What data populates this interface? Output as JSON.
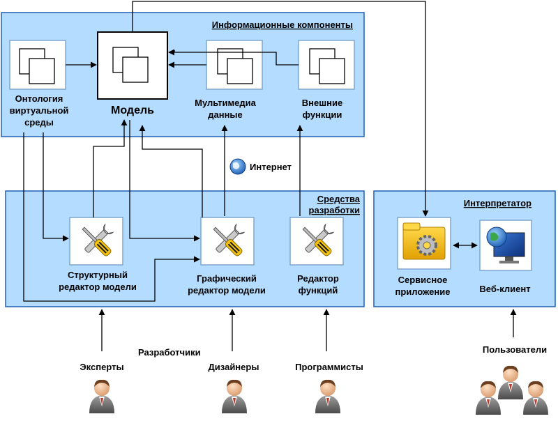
{
  "panels": {
    "info_title": "Информационные компоненты",
    "dev_title_line1": "Средства",
    "dev_title_line2": "разработки",
    "interp_title": "Интерпретатор"
  },
  "info_components": {
    "ontology": [
      "Онтология",
      "виртуальной",
      "среды"
    ],
    "model": "Модель",
    "multimedia": [
      "Мультимедиа",
      "данные"
    ],
    "external": [
      "Внешние",
      "функции"
    ]
  },
  "dev_tools": {
    "structural": [
      "Структурный",
      "редактор модели"
    ],
    "graphic": [
      "Графический",
      "редактор модели"
    ],
    "functions": [
      "Редактор",
      "функций"
    ]
  },
  "interpreter": {
    "service": [
      "Сервисное",
      "приложение"
    ],
    "web_client": "Веб-клиент"
  },
  "internet_label": "Интернет",
  "people": {
    "developers": "Разработчики",
    "experts": "Эксперты",
    "designers": "Дизайнеры",
    "programmers": "Программисты",
    "users": "Пользователи"
  },
  "colors": {
    "panel_fill": "#b4dcff",
    "panel_border": "#1e5fb4",
    "accent_yellow": "#f4c20d"
  }
}
